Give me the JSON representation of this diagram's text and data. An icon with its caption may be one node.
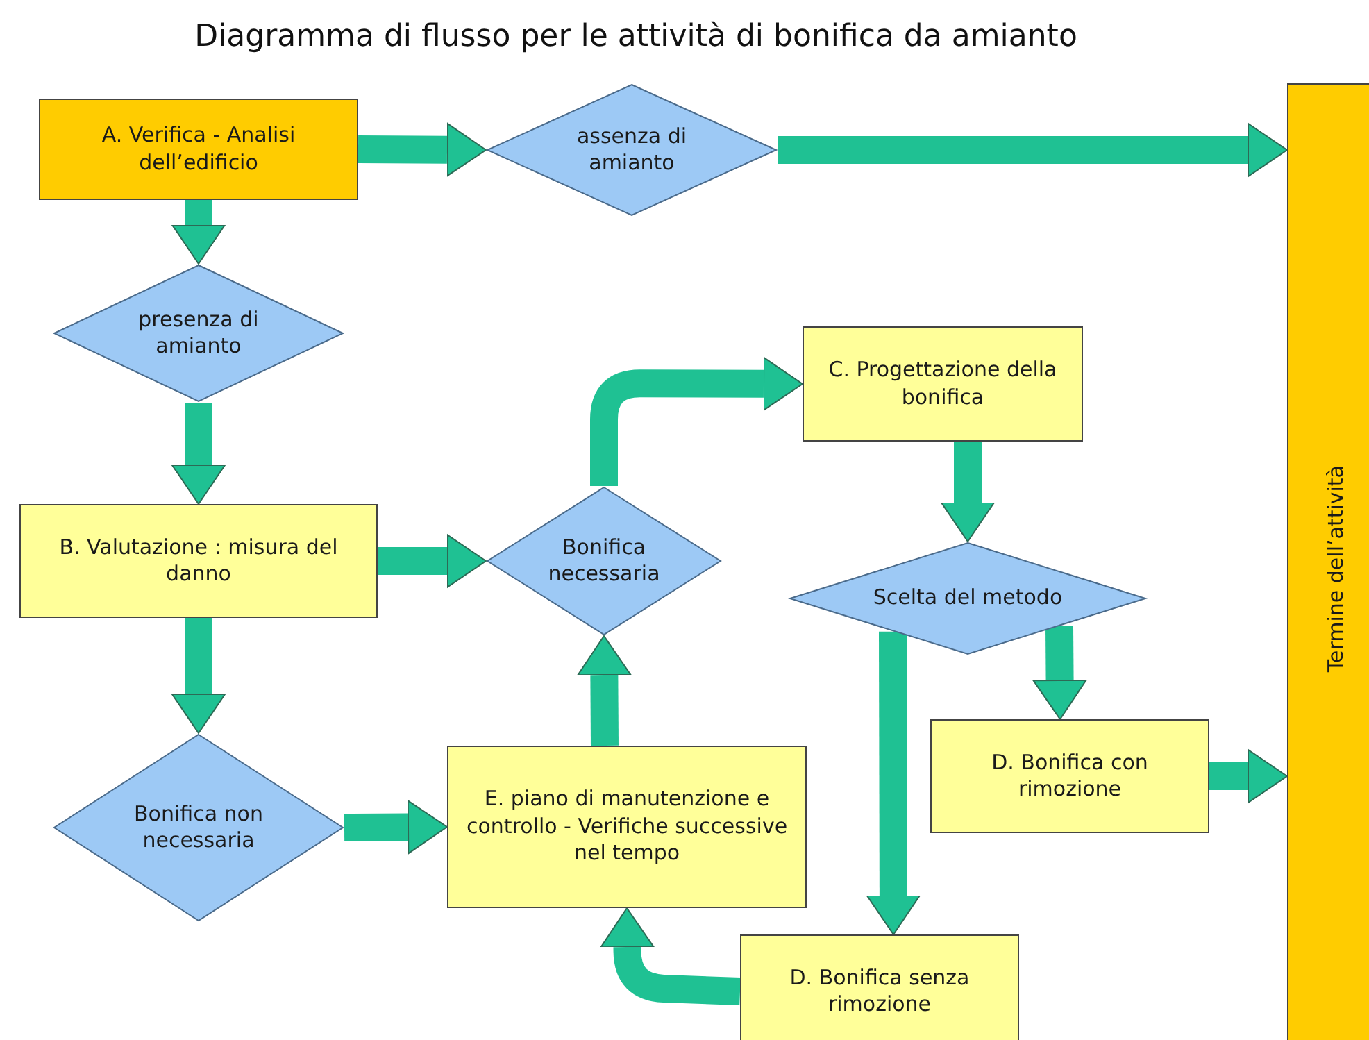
{
  "diagram": {
    "title": "Diagramma di flusso per le attività di bonifica da amianto",
    "nodes": [
      {
        "text": [
          "A. Verifica - Analisi dell’edificio"
        ]
      },
      {
        "text": [
          "assenza di amianto"
        ]
      },
      {
        "text": [
          "presenza di amianto"
        ]
      },
      {
        "text": [
          "B. Valutazione : misura del danno"
        ]
      },
      {
        "text": [
          "Bonifica necessaria"
        ]
      },
      {
        "text": [
          "C. Progettazione della bonifica"
        ]
      },
      {
        "text": [
          "Scelta del metodo"
        ]
      },
      {
        "text": [
          "D. Bonifica con rimozione"
        ]
      },
      {
        "text": [
          "Bonifica non necessaria"
        ]
      },
      {
        "text": [
          "E. piano di manutenzione e controllo - Verifiche successive nel tempo"
        ]
      },
      {
        "text": [
          "D. Bonifica senza rimozione"
        ]
      },
      {
        "text": [
          "Termine dell’attività"
        ]
      }
    ],
    "edges": [
      {
        "from": 0,
        "to": 1,
        "arrow": "to"
      },
      {
        "from": 1,
        "to": 11,
        "arrow": "to"
      },
      {
        "from": 0,
        "to": 2,
        "arrow": "to"
      },
      {
        "from": 2,
        "to": 3,
        "arrow": "to"
      },
      {
        "from": 3,
        "to": 4,
        "arrow": "to"
      },
      {
        "from": 3,
        "to": 8,
        "arrow": "to"
      },
      {
        "from": 8,
        "to": 9,
        "arrow": "to"
      },
      {
        "from": 9,
        "to": 4,
        "arrow": "to"
      },
      {
        "from": 4,
        "to": 5,
        "arrow": "to"
      },
      {
        "from": 5,
        "to": 6,
        "arrow": "to"
      },
      {
        "from": 6,
        "to": 7,
        "arrow": "to"
      },
      {
        "from": 6,
        "to": 10,
        "arrow": "to"
      },
      {
        "from": 7,
        "to": 11,
        "arrow": "to"
      },
      {
        "from": 10,
        "to": 9,
        "arrow": "to"
      }
    ]
  }
}
